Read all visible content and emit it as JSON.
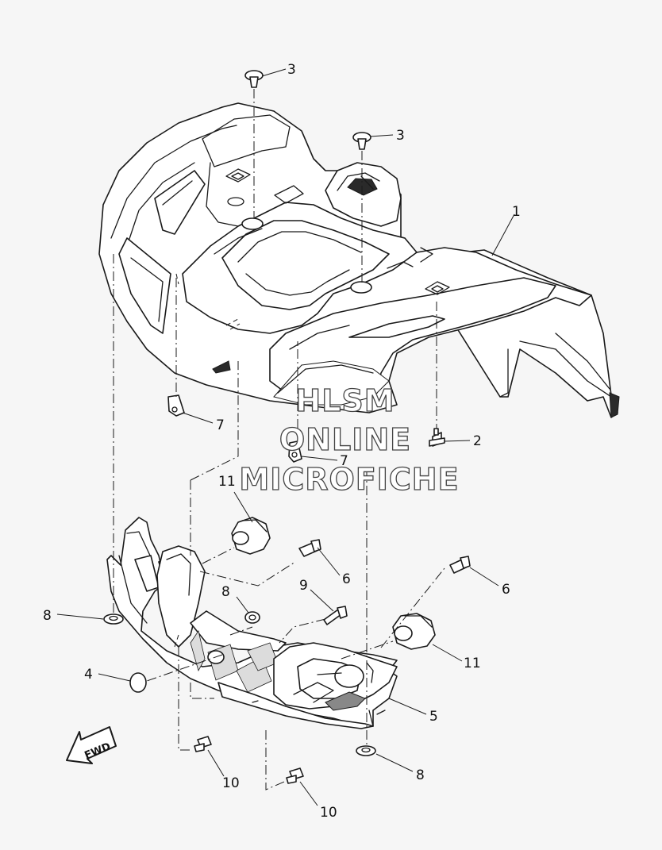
{
  "callouts": {
    "c1": "1",
    "c2": "2",
    "c3a": "3",
    "c3b": "3",
    "c4": "4",
    "c5": "5",
    "c6a": "6",
    "c6b": "6",
    "c7a": "7",
    "c7b": "7",
    "c8a": "8",
    "c8b": "8",
    "c8c": "8",
    "c9": "9",
    "c10a": "10",
    "c10b": "10",
    "c11a": "11",
    "c11b": "11"
  },
  "watermark": {
    "line1": "HLSM",
    "line2": "ONLINE",
    "line3": "MICROFICHE"
  },
  "direction_arrow": {
    "label": "FWD"
  }
}
